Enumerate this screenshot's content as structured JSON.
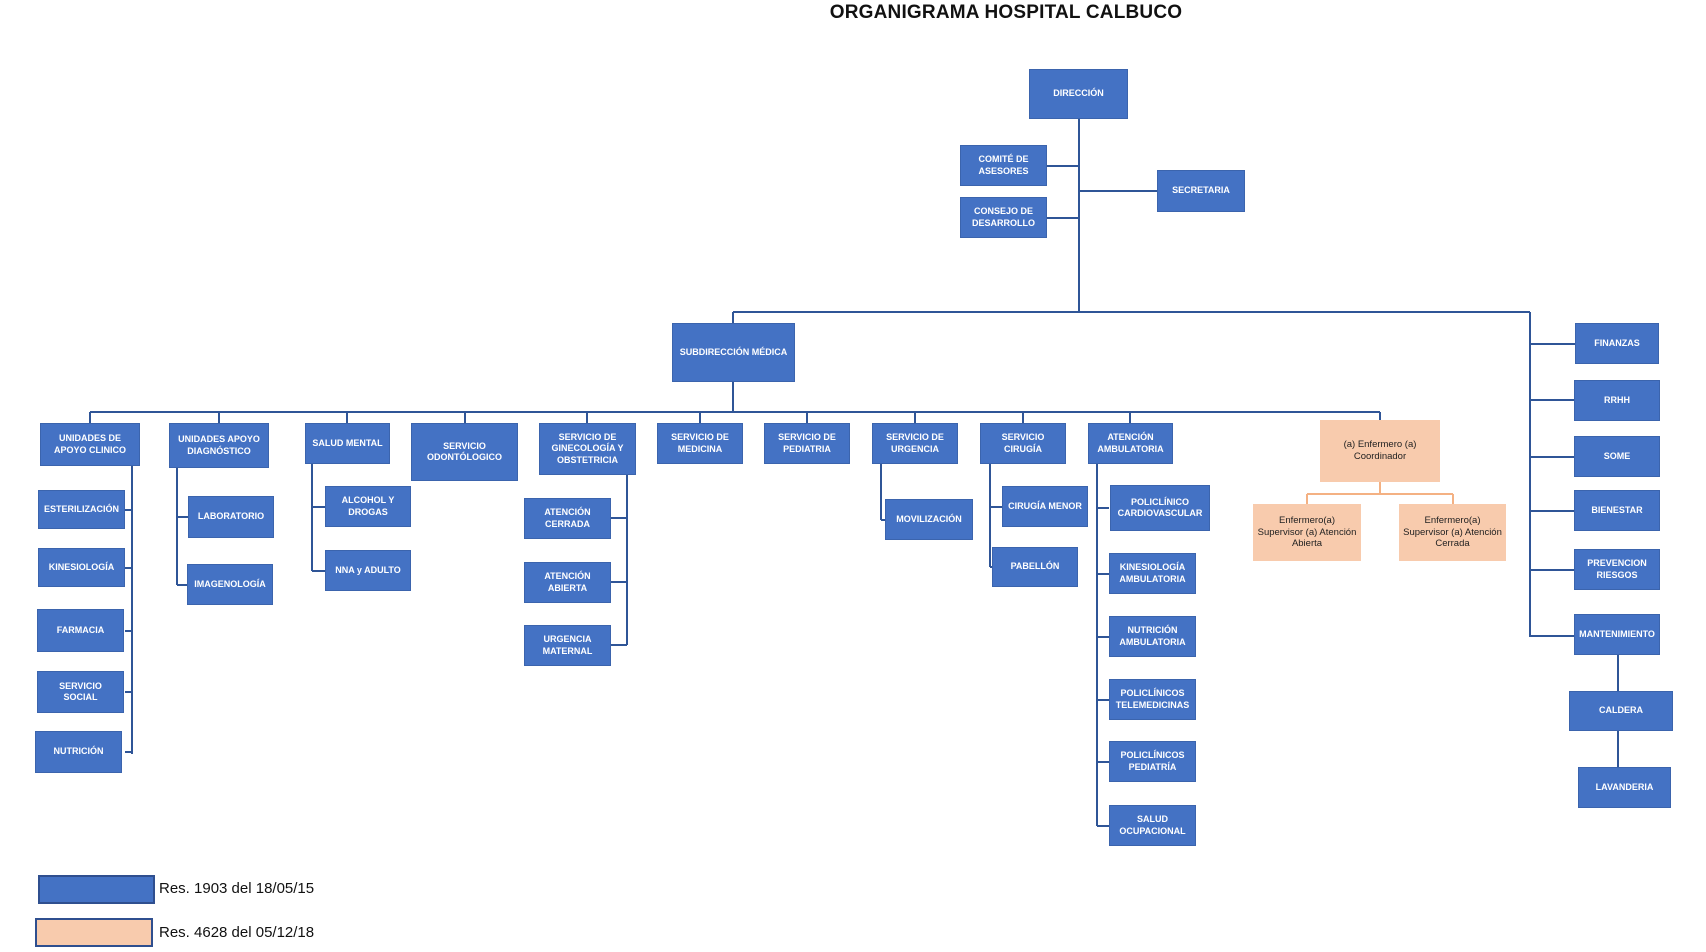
{
  "title": "ORGANIGRAMA HOSPITAL CALBUCO",
  "colors": {
    "line": "#2f5597",
    "box_blue": "#4472c4",
    "box_peach": "#f8cbad",
    "line_peach": "#f4b183"
  },
  "nodes": {
    "direccion": "DIRECCIÓN",
    "comite": "COMITÉ DE ASESORES",
    "consejo": "CONSEJO DE DESARROLLO",
    "secretaria": "SECRETARIA",
    "subdireccion": "SUBDIRECCIÓN  MÉDICA",
    "uac": "UNIDADES DE APOYO CLINICO",
    "esterilizacion": "ESTERILIZACIÓN",
    "kinesiologia": "KINESIOLOGÍA",
    "farmacia": "FARMACIA",
    "servicio_social": "SERVICIO SOCIAL",
    "nutricion": "NUTRICIÓN",
    "uad": "UNIDADES APOYO DIAGNÓSTICO",
    "laboratorio": "LABORATORIO",
    "imagenologia": "IMAGENOLOGÍA",
    "salud_mental": "SALUD MENTAL",
    "alcohol": "ALCOHOL Y DROGAS",
    "nna": "NNA y ADULTO",
    "odonto": "SERVICIO ODONTÓLOGICO",
    "gineco": "SERVICIO DE GINECOLOGÍA Y OBSTETRICIA",
    "atencion_cerrada": "ATENCIÓN CERRADA",
    "atencion_abierta": "ATENCIÓN ABIERTA",
    "urgencia_maternal": "URGENCIA MATERNAL",
    "medicina": "SERVICIO DE MEDICINA",
    "pediatria": "SERVICIO DE PEDIATRIA",
    "urgencia": "SERVICIO DE URGENCIA",
    "movilizacion": "MOVILIZACIÓN",
    "cirugia": "SERVICIO CIRUGÍA",
    "cirugia_menor": "CIRUGÍA MENOR",
    "pabellon": "PABELLÓN",
    "ambulatoria": "ATENCIÓN AMBULATORIA",
    "policlinico_cardio": "POLICLÍNICO CARDIOVASCULAR",
    "kine_ambulatoria": "KINESIOLOGÍA AMBULATORIA",
    "nutricion_ambulatoria": "NUTRICIÓN AMBULATORIA",
    "telemedicina": "POLICLÍNICOS TELEMEDICINAS",
    "poli_pediatria": "POLICLÍNICOS PEDIATRÍA",
    "salud_ocupacional": "SALUD OCUPACIONAL",
    "enfermero_coord": "(a) Enfermero (a) Coordinador",
    "enfermero_abierta": "Enfermero(a) Supervisor (a) Atención Abierta",
    "enfermero_cerrada": "Enfermero(a) Supervisor (a) Atención Cerrada",
    "finanzas": "FINANZAS",
    "rrhh": "RRHH",
    "some": "SOME",
    "bienestar": "BIENESTAR",
    "prevencion": "PREVENCION RIESGOS",
    "mantenimiento": "MANTENIMIENTO",
    "caldera": "CALDERA",
    "lavanderia": "LAVANDERIA"
  },
  "legend": [
    {
      "label": "Res. 1903 del 18/05/15",
      "color": "#4472c4"
    },
    {
      "label": "Res. 4628 del 05/12/18",
      "color": "#f8cbad"
    }
  ]
}
